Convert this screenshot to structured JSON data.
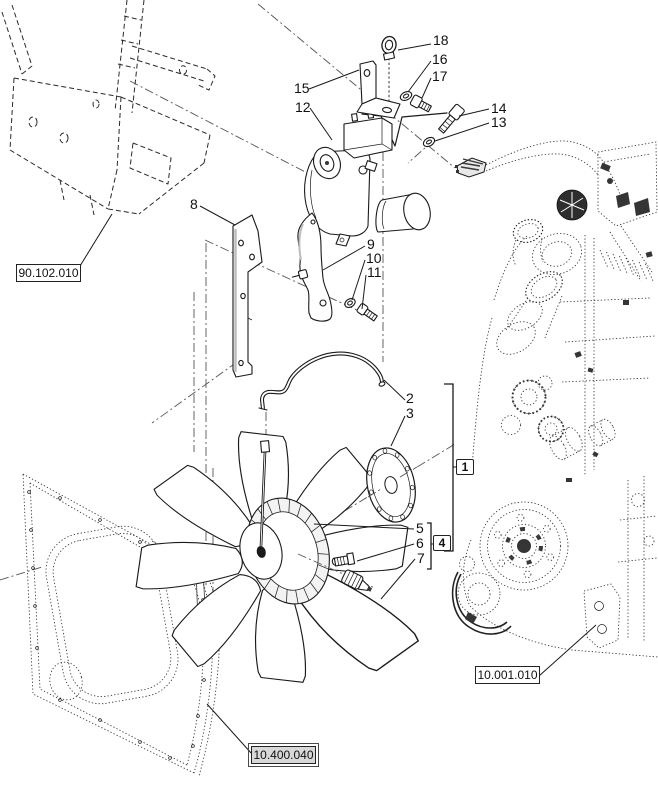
{
  "figure": {
    "type": "exploded-parts-diagram",
    "background": "#ffffff",
    "line_color": "#1a1a1a",
    "reference_fill": "#d8d8d8"
  },
  "callouts": [
    {
      "num": "18"
    },
    {
      "num": "16"
    },
    {
      "num": "17"
    },
    {
      "num": "15"
    },
    {
      "num": "12"
    },
    {
      "num": "14"
    },
    {
      "num": "13"
    },
    {
      "num": "8"
    },
    {
      "num": "9"
    },
    {
      "num": "10"
    },
    {
      "num": "11"
    },
    {
      "num": "2"
    },
    {
      "num": "3"
    },
    {
      "num": "5"
    },
    {
      "num": "6"
    },
    {
      "num": "7"
    }
  ],
  "boxed_refs": [
    {
      "num": "1"
    },
    {
      "num": "4"
    }
  ],
  "section_labels": [
    {
      "code": "90.102.010"
    },
    {
      "code": "10.001.010"
    },
    {
      "code": "10.400.040"
    }
  ]
}
